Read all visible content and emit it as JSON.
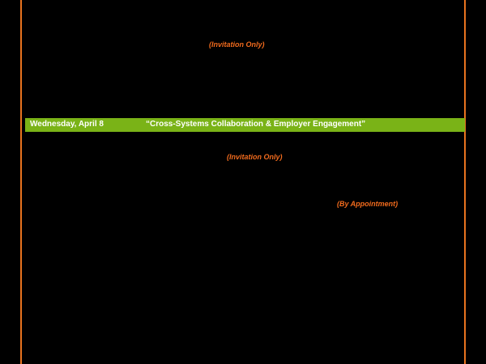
{
  "colors": {
    "background": "#000000",
    "frame": "#e8731f",
    "note_text": "#f26b1d",
    "banner_bg": "#7ab317",
    "banner_text": "#ffffff"
  },
  "notes": [
    "(Invitation Only)",
    "(Invitation Only)",
    "(By Appointment)"
  ],
  "banner": {
    "date": "Wednesday, April 8",
    "title": "“Cross-Systems Collaboration & Employer Engagement”"
  }
}
